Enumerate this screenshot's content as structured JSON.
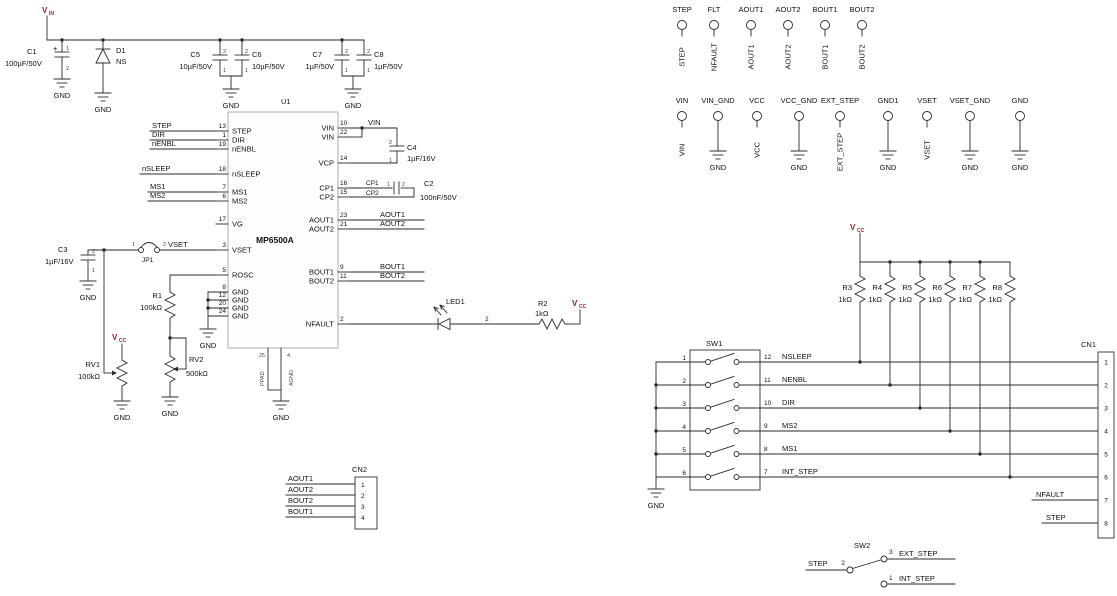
{
  "power": {
    "v": "V",
    "in": "IN",
    "cc": "CC",
    "gnd": "GND"
  },
  "u1": {
    "ref": "U1",
    "part": "MP6500A",
    "pins": {
      "step": {
        "name": "STEP",
        "num": "13"
      },
      "dir": {
        "name": "DIR",
        "num": "1"
      },
      "nenbl": {
        "name": "nENBL",
        "num": "19"
      },
      "nsleep": {
        "name": "nSLEEP",
        "num": "18"
      },
      "ms1": {
        "name": "MS1",
        "num": "7"
      },
      "ms2": {
        "name": "MS2",
        "num": "6"
      },
      "vg": {
        "name": "VG",
        "num": "17"
      },
      "vset": {
        "name": "VSET",
        "num": "3"
      },
      "rosc": {
        "name": "ROSC",
        "num": "5"
      },
      "gnd1": {
        "name": "GND",
        "num": "8"
      },
      "gnd2": {
        "name": "GND",
        "num": "12"
      },
      "gnd3": {
        "name": "GND",
        "num": "20"
      },
      "gnd4": {
        "name": "GND",
        "num": "24"
      },
      "ppad": {
        "name": "PPAD",
        "num": "25"
      },
      "agnd": {
        "name": "AGND",
        "num": "4"
      },
      "vin1": {
        "name": "VIN",
        "num": "10"
      },
      "vin2": {
        "name": "VIN",
        "num": "22"
      },
      "vcp": {
        "name": "VCP",
        "num": "14"
      },
      "cp1": {
        "name": "CP1",
        "num": "16"
      },
      "cp2": {
        "name": "CP2",
        "num": "15"
      },
      "aout1": {
        "name": "AOUT1",
        "num": "23"
      },
      "aout2": {
        "name": "AOUT2",
        "num": "21"
      },
      "bout1": {
        "name": "BOUT1",
        "num": "9"
      },
      "bout2": {
        "name": "BOUT2",
        "num": "11"
      },
      "nfault": {
        "name": "NFAULT",
        "num": "2"
      }
    }
  },
  "nets": {
    "step": "STEP",
    "dir": "DIR",
    "nenbl": "nENBL",
    "nsleep": "nSLEEP",
    "ms1": "MS1",
    "ms2": "MS2",
    "vset": "VSET",
    "vin": "VIN",
    "cp1": "CP1",
    "cp2": "CP2",
    "aout1": "AOUT1",
    "aout2": "AOUT2",
    "bout1": "BOUT1",
    "bout2": "BOUT2",
    "nfault": "NFAULT",
    "int_step": "INT_STEP",
    "ext_step": "EXT_STEP"
  },
  "caps": {
    "c1": {
      "ref": "C1",
      "val": "100µF/50V",
      "plus": "+",
      "p1": "1",
      "p2": "2"
    },
    "c2": {
      "ref": "C2",
      "val": "100nF/50V",
      "p1": "1",
      "p2": "2"
    },
    "c3": {
      "ref": "C3",
      "val": "1µF/16V",
      "p1": "1",
      "p2": "2"
    },
    "c4": {
      "ref": "C4",
      "val": "1µF/16V",
      "p1": "1",
      "p2": "2"
    },
    "c5": {
      "ref": "C5",
      "val": "10µF/50V",
      "p1": "1",
      "p2": "2"
    },
    "c6": {
      "ref": "C6",
      "val": "10µF/50V",
      "p1": "1",
      "p2": "2"
    },
    "c7": {
      "ref": "C7",
      "val": "1µF/50V",
      "p1": "1",
      "p2": "2"
    },
    "c8": {
      "ref": "C8",
      "val": "1µF/50V",
      "p1": "1",
      "p2": "2"
    }
  },
  "diode": {
    "ref": "D1",
    "val": "NS"
  },
  "led": {
    "ref": "LED1",
    "pin": "2"
  },
  "jp1": {
    "ref": "JP1",
    "p1": "1",
    "p2": "2"
  },
  "resistors": {
    "r1": {
      "ref": "R1",
      "val": "100kΩ"
    },
    "r2": {
      "ref": "R2",
      "val": "1kΩ"
    },
    "rv1": {
      "ref": "RV1",
      "val": "100kΩ"
    },
    "rv2": {
      "ref": "RV2",
      "val": "500kΩ"
    },
    "bank": [
      {
        "ref": "R3",
        "val": "1kΩ"
      },
      {
        "ref": "R4",
        "val": "1kΩ"
      },
      {
        "ref": "R5",
        "val": "1kΩ"
      },
      {
        "ref": "R6",
        "val": "1kΩ"
      },
      {
        "ref": "R7",
        "val": "1kΩ"
      },
      {
        "ref": "R8",
        "val": "1kΩ"
      }
    ]
  },
  "tp_row1": [
    {
      "top": "STEP",
      "side": "STEP"
    },
    {
      "top": "FLT",
      "side": "NFAULT"
    },
    {
      "top": "AOUT1",
      "side": "AOUT1"
    },
    {
      "top": "AOUT2",
      "side": "AOUT2"
    },
    {
      "top": "BOUT1",
      "side": "BOUT1"
    },
    {
      "top": "BOUT2",
      "side": "BOUT2"
    }
  ],
  "tp_row2": [
    {
      "top": "VIN",
      "side": "VIN"
    },
    {
      "top": "VIN_GND"
    },
    {
      "top": "VCC",
      "side": "VCC"
    },
    {
      "top": "VCC_GND"
    },
    {
      "top": "EXT_STEP",
      "side": "EXT_STEP"
    },
    {
      "top": "GND1"
    },
    {
      "top": "VSET",
      "side": "VSET"
    },
    {
      "top": "VSET_GND"
    },
    {
      "top": "GND"
    }
  ],
  "sw1": {
    "ref": "SW1",
    "rows": [
      {
        "l": "1",
        "r": "12",
        "net": "NSLEEP"
      },
      {
        "l": "2",
        "r": "11",
        "net": "NENBL"
      },
      {
        "l": "3",
        "r": "10",
        "net": "DIR"
      },
      {
        "l": "4",
        "r": "9",
        "net": "MS2"
      },
      {
        "l": "5",
        "r": "8",
        "net": "MS1"
      },
      {
        "l": "6",
        "r": "7",
        "net": "INT_STEP"
      }
    ]
  },
  "sw2": {
    "ref": "SW2",
    "common": {
      "num": "2",
      "net": "STEP"
    },
    "t_top": {
      "num": "3",
      "net": "EXT_STEP"
    },
    "t_bot": {
      "num": "1",
      "net": "INT_STEP"
    }
  },
  "cn1": {
    "ref": "CN1",
    "pins": [
      "1",
      "2",
      "3",
      "4",
      "5",
      "6",
      "7",
      "8"
    ],
    "net_7": "NFAULT",
    "net_8": "STEP"
  },
  "cn2": {
    "ref": "CN2",
    "rows": [
      {
        "num": "1",
        "net": "AOUT1"
      },
      {
        "num": "2",
        "net": "AOUT2"
      },
      {
        "num": "3",
        "net": "BOUT2"
      },
      {
        "num": "4",
        "net": "BOUT1"
      }
    ]
  }
}
